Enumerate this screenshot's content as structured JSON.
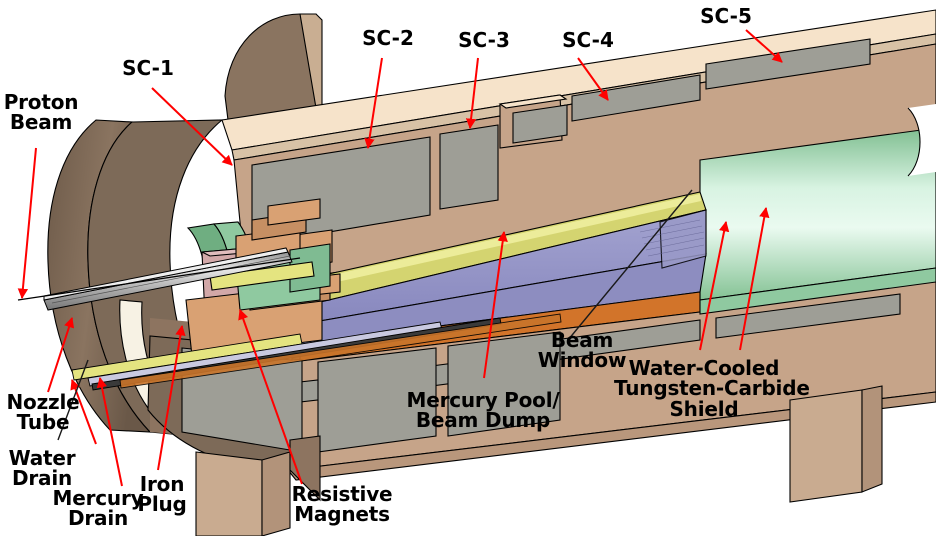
{
  "figure": {
    "type": "engineering-cutaway-diagram",
    "subject": "Mercury pool beam dump target station cutaway",
    "background_color": "#ffffff",
    "leader_color_primary": "#ff0000",
    "leader_color_secondary": "#1a1a1a"
  },
  "labels": {
    "proton_beam": "Proton\nBeam",
    "sc1": "SC-1",
    "sc2": "SC-2",
    "sc3": "SC-3",
    "sc4": "SC-4",
    "sc5": "SC-5",
    "nozzle_tube": "Nozzle\nTube",
    "water_drain": "Water\nDrain",
    "mercury_drain": "Mercury\nDrain",
    "iron_plug": "Iron\nPlug",
    "resistive_magnets": "Resistive\nMagnets",
    "mercury_pool": "Mercury Pool/\nBeam Dump",
    "beam_window": "Beam\nWindow",
    "wc_shield": "Water-Cooled\nTungsten-Carbide\nShield"
  },
  "colors": {
    "shield_outer_tan": "#c6a489",
    "shield_tan_light": "#f6e3ca",
    "shield_tan_mid": "#bb9a7e",
    "shield_tan_dark": "#8d7460",
    "coil_gray": "#9e9e96",
    "coil_gray_dark": "#8a8a82",
    "body_brown": "#7d6a58",
    "green_shield": "#8fc9a0",
    "green_shield_light": "#c9ecd4",
    "green_dark": "#6fae81",
    "yellow_band": "#d4d470",
    "yellow_bright": "#e8e890",
    "purple_mercury": "#9292c4",
    "purple_light": "#aaaad6",
    "orange_band": "#d2742a",
    "copper_magnet": "#d9a173",
    "copper_dark": "#bc8458",
    "pink_plug": "#d2a8a8",
    "pink_plug_dark": "#b88f8f",
    "mint": "#bfe2d0",
    "steel_tube": "#bfbfbf",
    "steel_tube_dark": "#8f8f8f",
    "outline": "#000000"
  }
}
